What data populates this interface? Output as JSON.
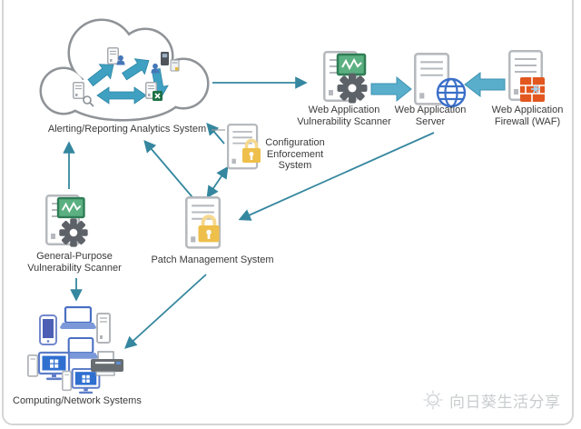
{
  "colors": {
    "thin_arrow": "#35879f",
    "thick_arrow_fill": "#58aecb",
    "thick_arrow_stroke": "#3c92b2",
    "cloud_outline": "#8f9397",
    "server_outline": "#b6b9bd",
    "lock_gold": "#eebf4a",
    "screen_green": "#5bb081",
    "gear_gray": "#5d6268",
    "globe_blue": "#3b6fc9",
    "waf_orange": "#e2571f",
    "pc_screen_blue": "#2f6fd0",
    "label_text": "#3a3a3a",
    "watermark_gray": "#c9ccce"
  },
  "nodes": {
    "cloud": {
      "label": "Alerting/Reporting Analytics System",
      "icon": "cloud-icon"
    },
    "web_vuln_scanner": {
      "label": "Web Application Vulnerability Scanner",
      "icon": "server-scanner-icon"
    },
    "web_server": {
      "label": "Web Application Server",
      "icon": "server-globe-icon"
    },
    "waf": {
      "label": "Web Application Firewall (WAF)",
      "icon": "server-firewall-icon"
    },
    "config_enforcement": {
      "label": "Configuration Enforcement System",
      "icon": "server-lock-icon"
    },
    "patch_mgmt": {
      "label": "Patch Management System",
      "icon": "server-lock-icon"
    },
    "gp_vuln_scanner": {
      "label": "General-Purpose Vulnerability Scanner",
      "icon": "server-scanner-icon"
    },
    "computing": {
      "label": "Computing/Network Systems",
      "icon": "device-cluster-icon"
    }
  },
  "edges": [
    {
      "from": "cloud",
      "to": "web_vuln_scanner",
      "style": "thin-arrow"
    },
    {
      "from": "web_vuln_scanner",
      "to": "web_server",
      "style": "thick-block-arrow"
    },
    {
      "from": "waf",
      "to": "web_server",
      "style": "thick-block-arrow"
    },
    {
      "from": "config_enforcement",
      "to": "cloud",
      "style": "thin-arrow"
    },
    {
      "from": "patch_mgmt",
      "to": "cloud",
      "style": "thin-arrow"
    },
    {
      "from": "patch_mgmt",
      "to": "config_enforcement",
      "style": "thin-double-arrow"
    },
    {
      "from": "web_server",
      "to": "patch_mgmt",
      "style": "thin-arrow"
    },
    {
      "from": "gp_vuln_scanner",
      "to": "cloud",
      "style": "thin-arrow"
    },
    {
      "from": "gp_vuln_scanner",
      "to": "computing",
      "style": "thin-arrow"
    },
    {
      "from": "patch_mgmt",
      "to": "computing",
      "style": "thin-arrow"
    }
  ],
  "watermark": {
    "text": "向日葵生活分享",
    "icon": "sunflower-icon"
  }
}
